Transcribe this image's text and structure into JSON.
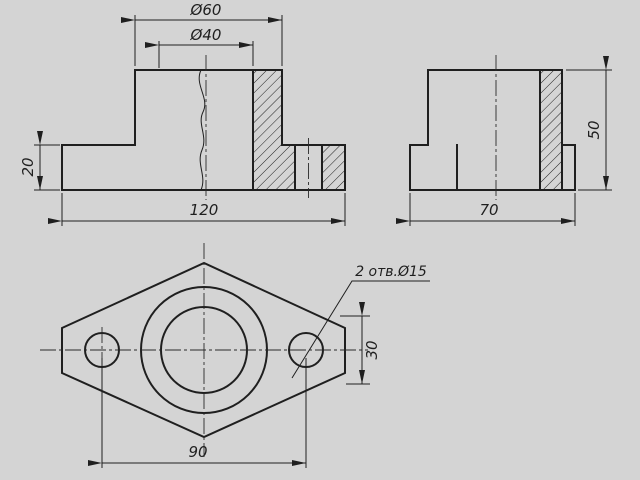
{
  "meta": {
    "type": "engineering-drawing",
    "language": "ru",
    "part": "flanged-bushing"
  },
  "colors": {
    "background": "#d4d4d4",
    "ink": "#1f1f1f"
  },
  "views": {
    "front": {
      "label": "front-half-section-view",
      "dims": {
        "outer_diameter": "Ø60",
        "bore_diameter": "Ø40",
        "flange_thickness": "20",
        "overall_width": "120"
      }
    },
    "side": {
      "label": "side-view",
      "dims": {
        "height": "50",
        "width": "70"
      }
    },
    "plan": {
      "label": "top-view",
      "dims": {
        "holes_note": "2 отв.Ø15",
        "flat_height": "30",
        "hole_spacing": "90"
      }
    }
  }
}
